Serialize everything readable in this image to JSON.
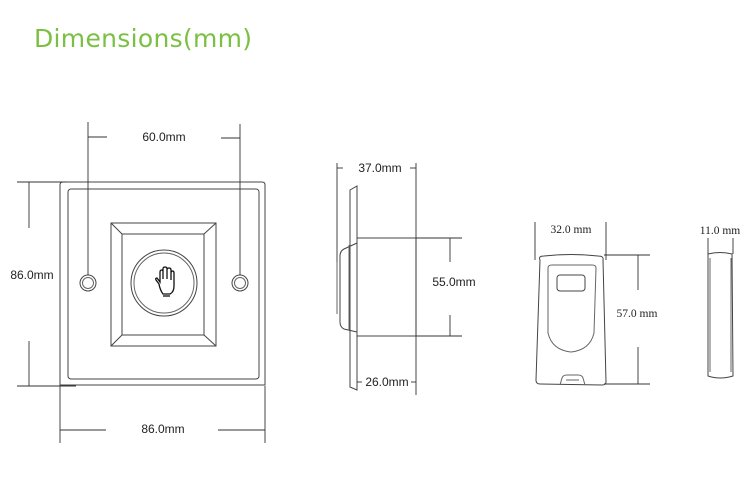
{
  "title": "Dimensions(mm)",
  "colors": {
    "title": "#7bc043",
    "lines": "#444444"
  },
  "front_view": {
    "top_dimension": "60.0mm",
    "left_dimension": "86.0mm",
    "bottom_dimension": "86.0mm",
    "button_icon": "hand-icon"
  },
  "side_view": {
    "top_dimension": "37.0mm",
    "right_dimension": "55.0mm",
    "bottom_dimension": "26.0mm"
  },
  "fob_front": {
    "top_dimension": "32.0 mm",
    "right_dimension": "57.0 mm"
  },
  "fob_side": {
    "top_dimension": "11.0 mm"
  }
}
